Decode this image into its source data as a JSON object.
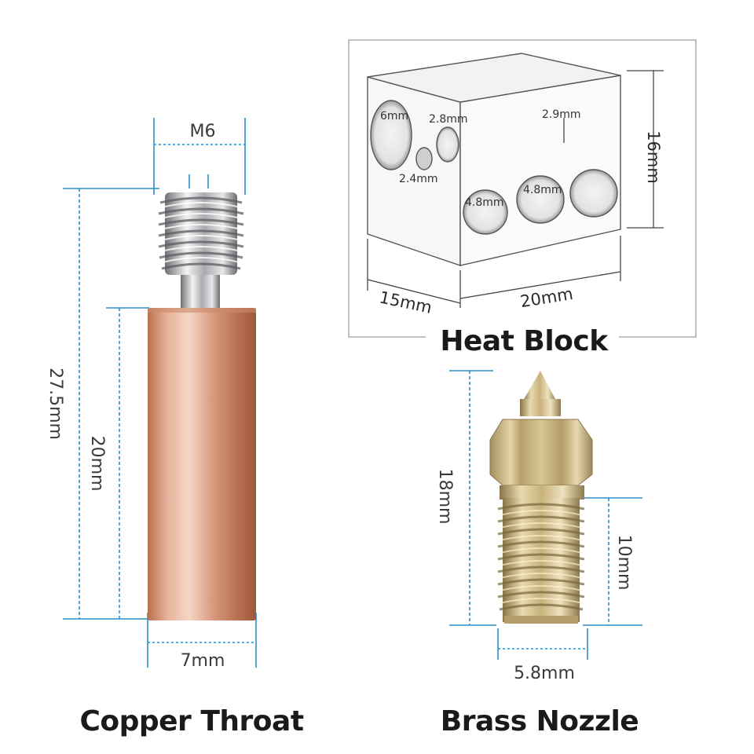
{
  "copper_throat": {
    "title": "Copper Throat",
    "dims": {
      "thread": "M6",
      "total_length": "27.5mm",
      "body_length": "20mm",
      "diameter": "7mm"
    }
  },
  "heat_block": {
    "title": "Heat Block",
    "dims": {
      "height": "16mm",
      "depth": "15mm",
      "width": "20mm"
    },
    "holes": [
      "6mm",
      "2.8mm",
      "2.9mm",
      "2.4mm",
      "4.8mm",
      "4.8mm"
    ]
  },
  "brass_nozzle": {
    "title": "Brass Nozzle",
    "dims": {
      "length": "18mm",
      "thread_length": "10mm",
      "diameter": "5.8mm"
    }
  },
  "colors": {
    "dimension_line": "#2a8fc9",
    "copper": "#d99a7e",
    "brass": "#c9b27c",
    "steel": "#c4c6c8"
  }
}
